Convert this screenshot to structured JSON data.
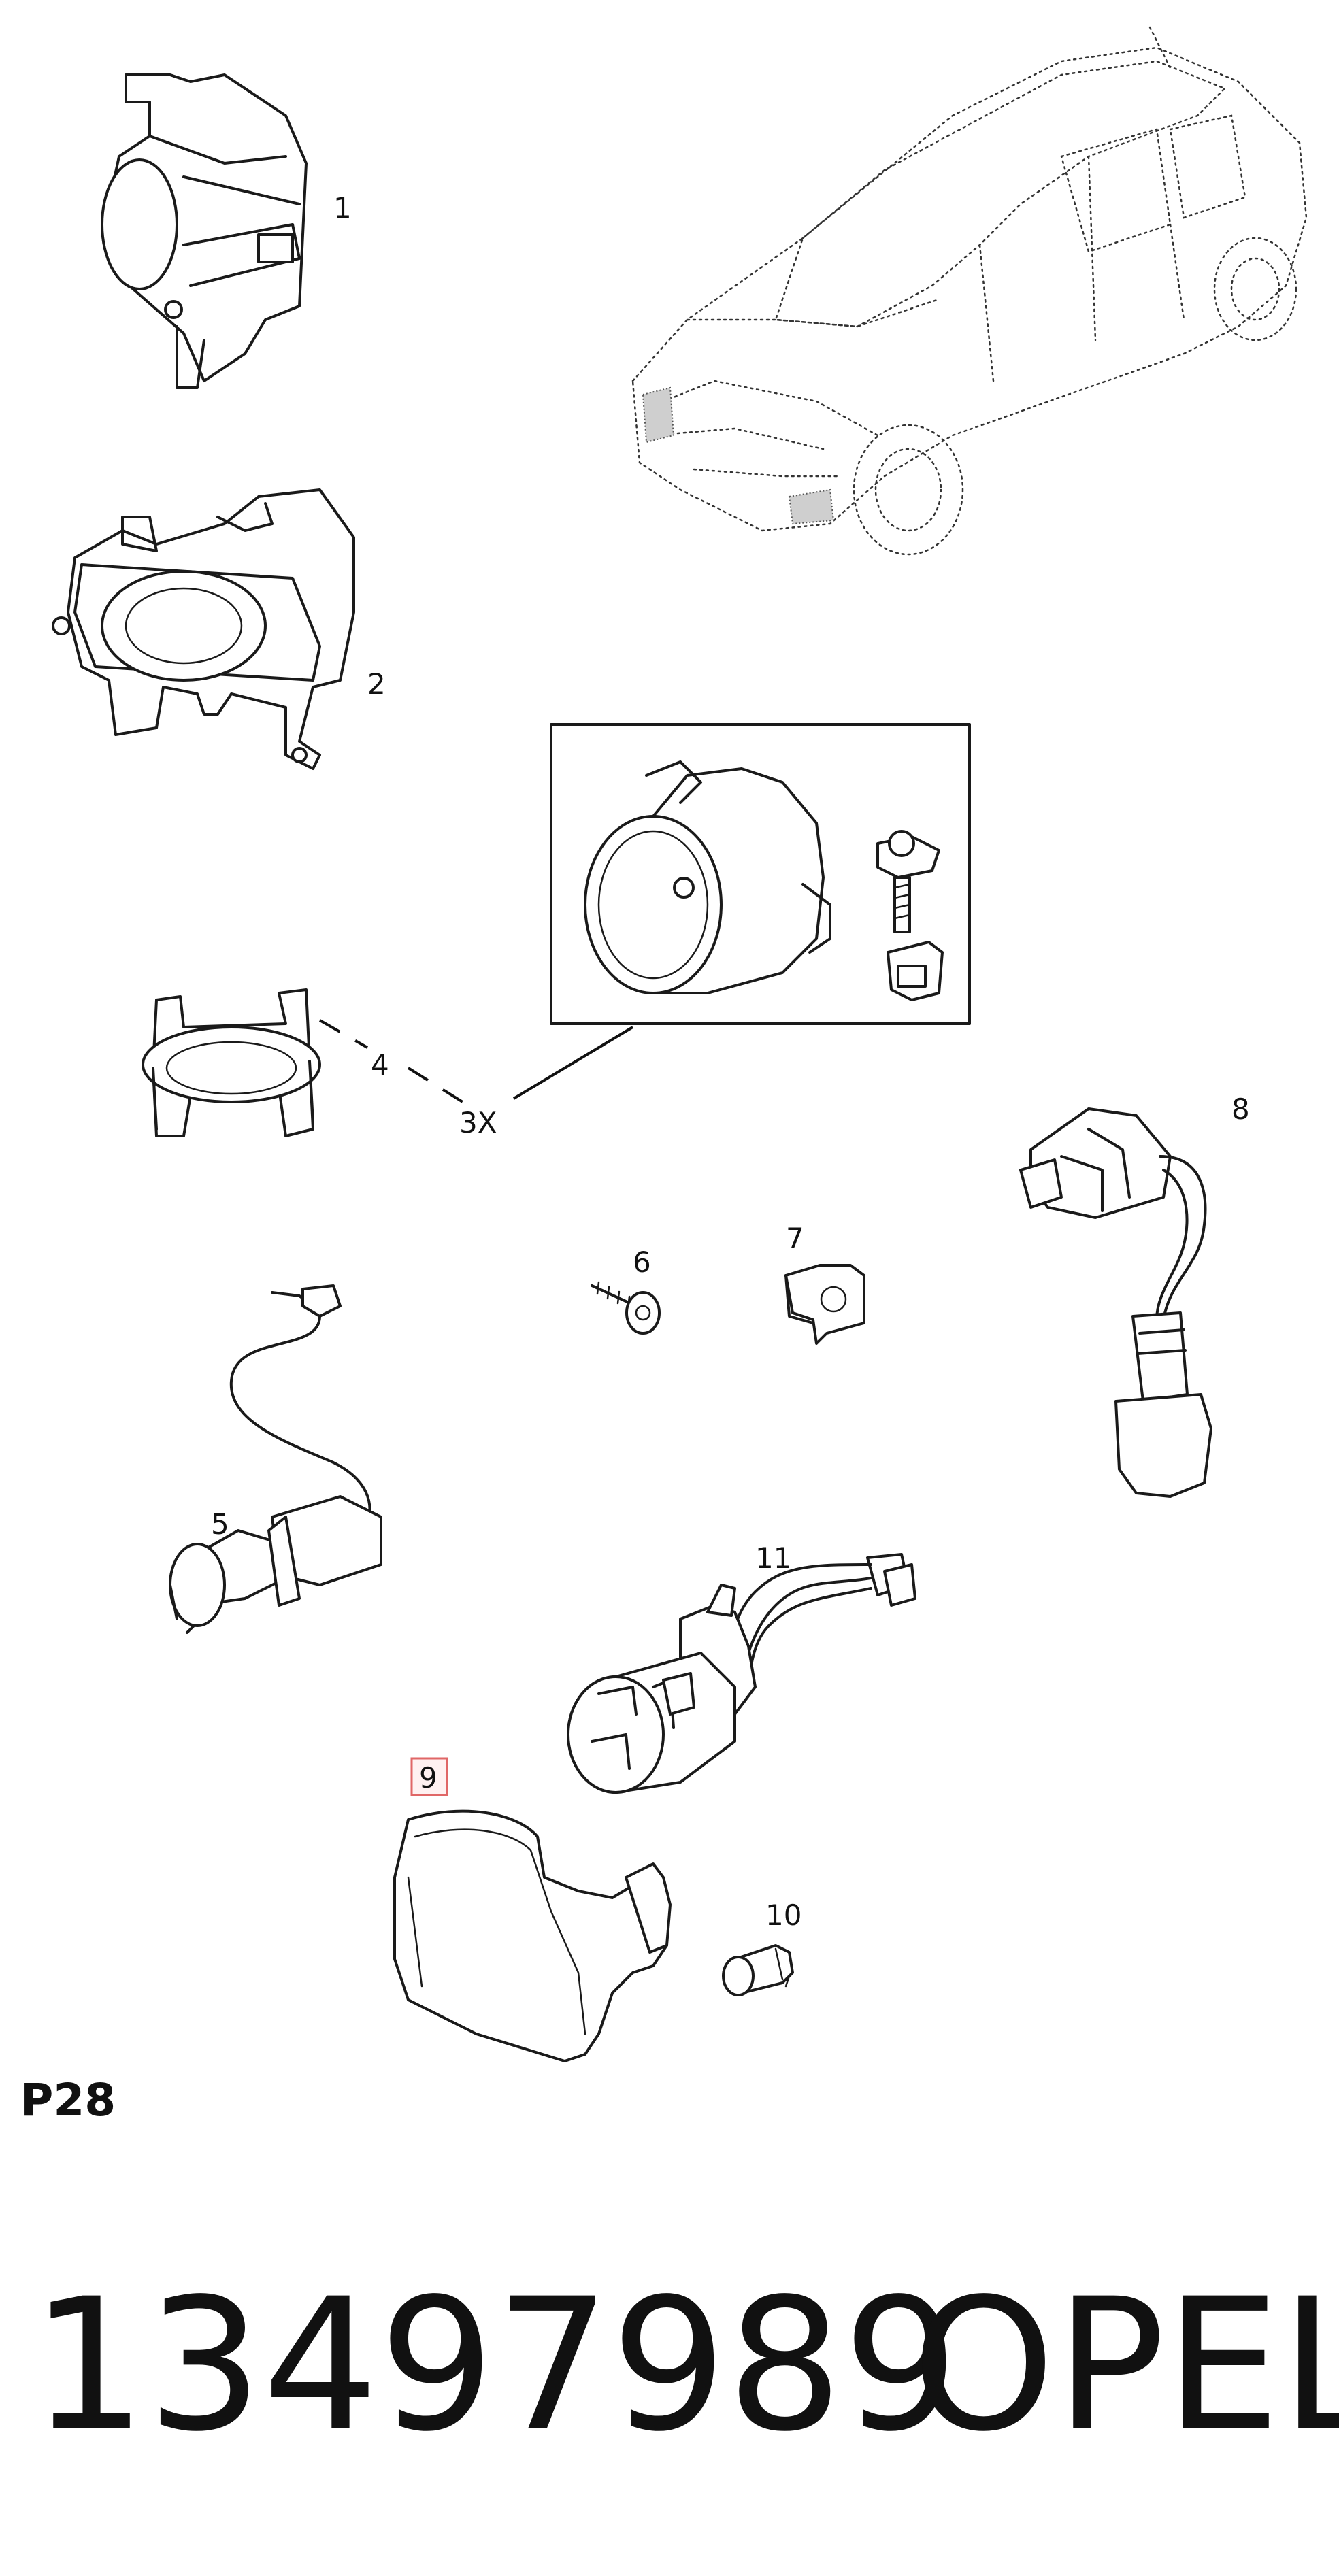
{
  "diagram": {
    "callouts": {
      "c1": "1",
      "c2": "2",
      "c4": "4",
      "c3x": "3X",
      "c5": "5",
      "c6": "6",
      "c7": "7",
      "c8": "8",
      "c9": "9",
      "c10": "10",
      "c11": "11"
    },
    "highlight_color": "#e06767",
    "sheet_code": "P28"
  },
  "footer": {
    "part_number": "13497989",
    "brand": "OPEL"
  }
}
